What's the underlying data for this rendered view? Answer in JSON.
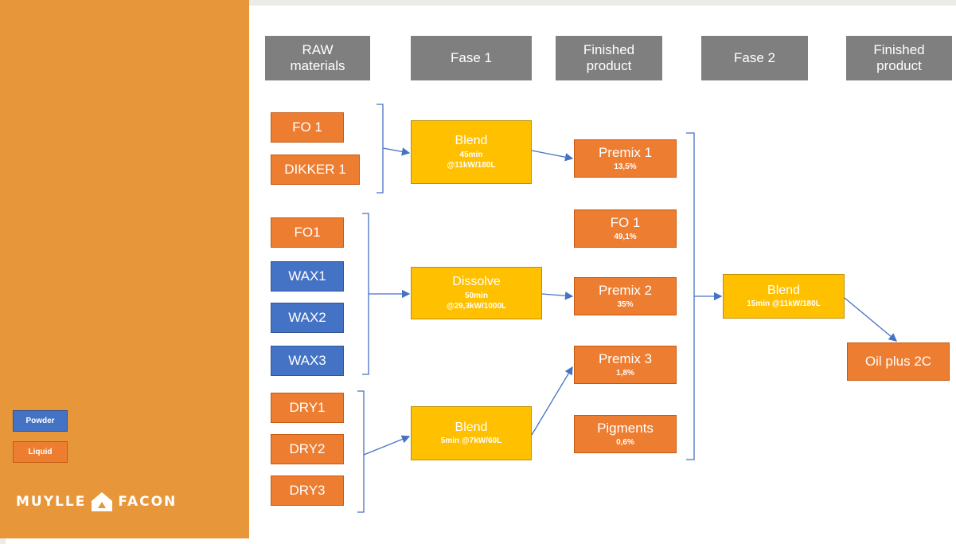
{
  "headers": [
    "RAW\nmaterials",
    "Fase 1",
    "Finished\nproduct",
    "Fase 2",
    "Finished\nproduct"
  ],
  "raw_materials": [
    {
      "label": "FO 1",
      "kind": "liquid"
    },
    {
      "label": "DIKKER 1",
      "kind": "liquid"
    },
    {
      "label": "FO1",
      "kind": "liquid"
    },
    {
      "label": "WAX1",
      "kind": "powder"
    },
    {
      "label": "WAX2",
      "kind": "powder"
    },
    {
      "label": "WAX3",
      "kind": "powder"
    },
    {
      "label": "DRY1",
      "kind": "liquid"
    },
    {
      "label": "DRY2",
      "kind": "liquid"
    },
    {
      "label": "DRY3",
      "kind": "liquid"
    }
  ],
  "fase1": [
    {
      "label": "Blend",
      "detail1": "45min",
      "detail2": "@11kW/180L"
    },
    {
      "label": "Dissolve",
      "detail1": "50min",
      "detail2": "@29,3kW/1000L"
    },
    {
      "label": "Blend",
      "detail1": "5min @7kW/60L",
      "detail2": ""
    }
  ],
  "finished1": [
    {
      "label": "Premix 1",
      "pct": "13,5%"
    },
    {
      "label": "FO 1",
      "pct": "49,1%"
    },
    {
      "label": "Premix 2",
      "pct": "35%"
    },
    {
      "label": "Premix 3",
      "pct": "1,8%"
    },
    {
      "label": "Pigments",
      "pct": "0,6%"
    }
  ],
  "fase2": {
    "label": "Blend",
    "detail": "15min @11kW/180L"
  },
  "final_product": {
    "label": "Oil plus 2C"
  },
  "legend": {
    "powder": "Powder",
    "liquid": "Liquid"
  },
  "logo": {
    "left": "MUYLLE",
    "right": "FACON"
  },
  "colors": {
    "header": "#7f7f7f",
    "liquid": "#ed7d31",
    "powder": "#4472c4",
    "process": "#ffc000",
    "sidebar": "#e8963a",
    "connector": "#4472c4"
  }
}
